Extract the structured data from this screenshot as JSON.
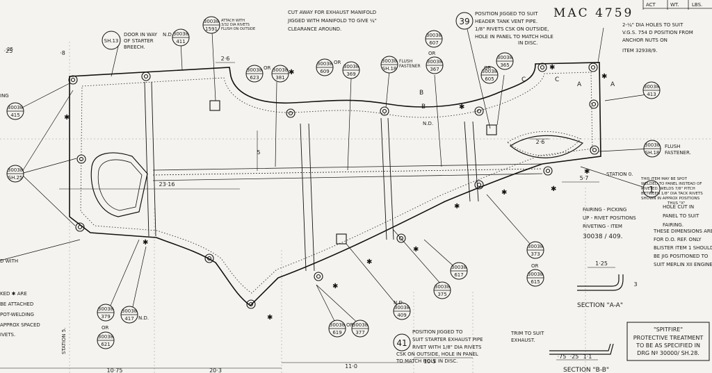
{
  "header": {
    "drawing_number": "MAC 4759",
    "rev_cols": [
      "ACT",
      "WT.",
      "LBS."
    ]
  },
  "title_block": {
    "name": "\"SPITFIRE\"",
    "lines": [
      "PROTECTIVE TREATMENT",
      "TO BE AS SPECIFIED IN",
      "DRG Nº 30000/ SH.28."
    ]
  },
  "notes": {
    "cut_away": [
      "CUT AWAY FOR EXHAUST MANIFOLD",
      "JIGGED WITH MANIFOLD TO GIVE ¼\"",
      "CLEARANCE AROUND."
    ],
    "door": [
      "DOOR IN WAY",
      "OF STARTER",
      "BREECH."
    ],
    "attach": [
      "ATTACH WITH",
      "3/32 DIA RIVETS",
      "FLUSH ON OUTSIDE"
    ],
    "flush_fastener": [
      "FLUSH",
      "FASTENER"
    ],
    "position_39": [
      "POSITION JIGGED TO SUIT",
      "HEADER TANK VENT PIPE.",
      "1/8\" RIVETS CSK ON OUTSIDE,",
      "HOLE IN PANEL TO MATCH HOLE",
      "IN DISC."
    ],
    "holes": [
      "2-¼\" DIA HOLES TO SUIT",
      "V.G.S. 754 D POSITION FROM",
      "ANCHOR NUTS ON",
      "ITEM 32938/9."
    ],
    "flush_right": [
      "FLUSH",
      "FASTENER."
    ],
    "station": "STATION 0.",
    "spot_weld": [
      "THIS ITEM MAY BE SPOT",
      "WELDED TO PANEL INSTEAD OF",
      "RIVETED. WELDS 7/8\" PITCH",
      "BETWEEN 1/8\" DIA TACK RIVETS",
      "SHOWN IN APPROX POSITIONS",
      "THUS \"X\""
    ],
    "hole_cut": [
      "HOLE CUT IN",
      "PANEL TO SUIT",
      "FAIRING."
    ],
    "fairing": [
      "FAIRING - PICKING",
      "UP - RIVET POSITIONS",
      "RIVETING - ITEM"
    ],
    "fairing_item": "30038 / 409.",
    "dims_note": [
      "THESE DIMENSIONS ARE",
      "FOR D.O. REF. ONLY",
      "BLISTER ITEM 1 SHOULD",
      "BE JIG POSITIONED TO",
      "SUIT MERLIN XII ENGINE"
    ],
    "position_41": [
      "POSITION JIGGED TO",
      "SUIT STARTER EXHAUST PIPE",
      "RIVET WITH 1/8\" DIA RIVETS",
      "CSK ON OUTSIDE, HOLE IN PANEL",
      "TO MATCH HOLE IN DISC."
    ],
    "trim": [
      "TRIM TO SUIT",
      "EXHAUST."
    ],
    "left_bottom": [
      "KED ✱ ARE",
      "BE ATTACHED",
      "POT-WELDING",
      "APPROX SPACED",
      "IVETS."
    ],
    "left_with": "D WITH",
    "left_ing": "ING",
    "left_25": "25"
  },
  "callouts": {
    "sh13": [
      "SH.13"
    ],
    "c411": [
      "30038",
      "411"
    ],
    "c1591": [
      "30038",
      "1591"
    ],
    "c623": [
      "30038",
      "623"
    ],
    "c381": [
      "30038",
      "381"
    ],
    "c609": [
      "30038",
      "609"
    ],
    "c369": [
      "30038",
      "369"
    ],
    "c_sh18a": [
      "30038",
      "SH.18"
    ],
    "c607": [
      "30038",
      "607"
    ],
    "c367": [
      "30038",
      "367"
    ],
    "c39": [
      "39"
    ],
    "c605": [
      "30038",
      "605"
    ],
    "c365": [
      "30038",
      "365"
    ],
    "c413": [
      "30038",
      "413"
    ],
    "c415": [
      "30038",
      "415"
    ],
    "c_sh18b": [
      "30038",
      "SH.18"
    ],
    "c_sh25": [
      "30038",
      "SH.25"
    ],
    "c373": [
      "30038",
      "373"
    ],
    "c615": [
      "30038",
      "615"
    ],
    "c617": [
      "30038",
      "617"
    ],
    "c375": [
      "30038",
      "375"
    ],
    "c409": [
      "30038",
      "409"
    ],
    "c619": [
      "30038",
      "619"
    ],
    "c377": [
      "30038",
      "377"
    ],
    "c41": [
      "41"
    ],
    "c379": [
      "30038",
      "379"
    ],
    "c417": [
      "30038",
      "417"
    ],
    "c621": [
      "30038",
      "621"
    ],
    "c1": [
      "1"
    ]
  },
  "small_labels": {
    "or1": "OR",
    "or2": "OR",
    "or3": "OR",
    "or4": "OR",
    "or5": "OR",
    "or6": "OR",
    "or7": "OR",
    "nd1": "N.D.",
    "nd2": "N.D.",
    "nd3": "N.D.",
    "nd4": "N.D.",
    "A1": "A",
    "A2": "A",
    "B1": "B",
    "B2": "B",
    "C1": "C",
    "C2": "C"
  },
  "dims": {
    "d26a": "2·6",
    "d5": "5",
    "d2316": "23·16",
    "d57": "5·7",
    "d26b": "2·6",
    "d1075": "10·75",
    "d203": "20·3",
    "d110": "11·0",
    "d105": "10·5",
    "d125": "1·25",
    "d75": "·75",
    "d25": "·25",
    "d11": "1·1",
    "d18": "·8",
    "d25b": "·25",
    "d3": "3"
  },
  "sections": {
    "aa": "SECTION \"A-A\"",
    "bb": "SECTION \"B-B\"",
    "station5": "STATION 5."
  }
}
